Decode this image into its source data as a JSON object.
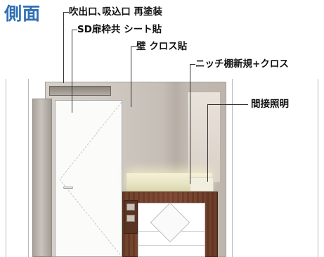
{
  "title": "側面",
  "labels": {
    "vent": "吹出口､吸込口 再塗装",
    "door": "SD扉枠共 シート貼",
    "wall": "壁 クロス貼",
    "niche": "ニッチ棚新規+クロス",
    "lighting": "間接照明"
  }
}
